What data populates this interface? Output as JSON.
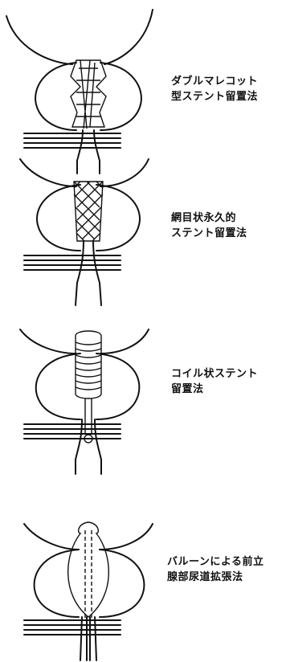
{
  "figures": [
    {
      "id": "double-malecot-stent",
      "caption_lines": [
        "ダブルマレコット",
        "型ステント留置法"
      ]
    },
    {
      "id": "mesh-permanent-stent",
      "caption_lines": [
        "網目状永久的",
        "ステント留置法"
      ]
    },
    {
      "id": "coil-stent",
      "caption_lines": [
        "コイル状ステント",
        "留置法"
      ]
    },
    {
      "id": "balloon-urethral-dilation",
      "caption_lines": [
        "バルーンによる前立",
        "腺部尿道拡張法"
      ]
    }
  ]
}
